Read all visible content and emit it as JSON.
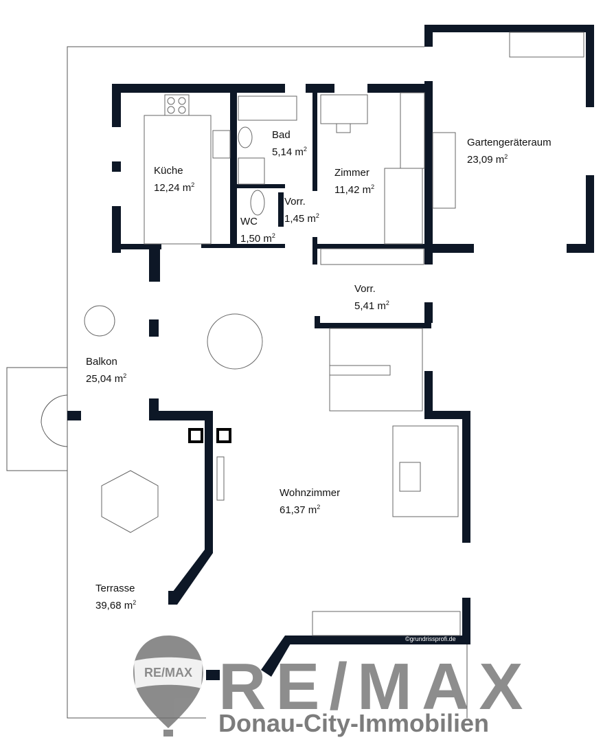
{
  "rooms": [
    {
      "name": "Küche",
      "area": "12,24 m"
    },
    {
      "name": "Bad",
      "area": "5,14 m"
    },
    {
      "name": "WC",
      "area": "1,50 m"
    },
    {
      "name": "Vorr.",
      "area": "1,45 m"
    },
    {
      "name": "Zimmer",
      "area": "11,42 m"
    },
    {
      "name": "Gartengeräteraum",
      "area": "23,09 m"
    },
    {
      "name": "Vorr.",
      "area": "5,41 m"
    },
    {
      "name": "Balkon",
      "area": "25,04 m"
    },
    {
      "name": "Wohnzimmer",
      "area": "61,37 m"
    },
    {
      "name": "Terrasse",
      "area": "39,68 m"
    }
  ],
  "unit_superscript": "2",
  "copyright": "©grundrissprofi.de",
  "logo": {
    "balloon_text": "RE/MAX",
    "brand": "RE/MAX",
    "subtitle": "Donau-City-Immobilien"
  },
  "colors": {
    "wall": "#0d1726",
    "logo": "#7a7a7a"
  }
}
